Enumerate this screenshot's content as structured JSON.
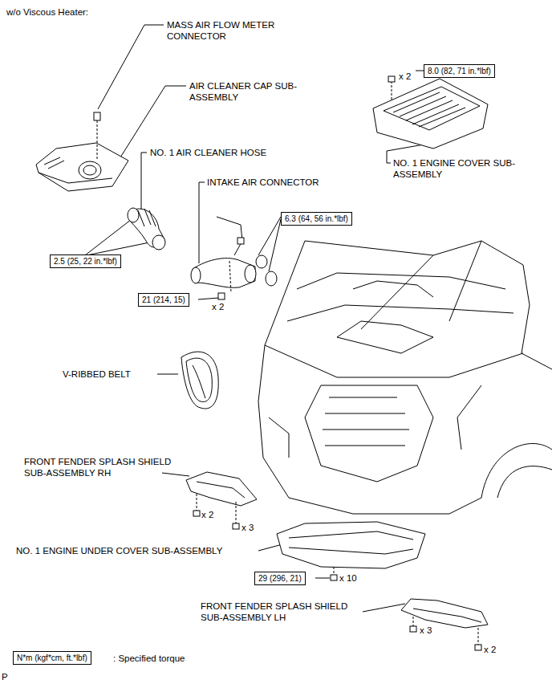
{
  "diagram": {
    "nodes": [
      {
        "text": [
          "8.0 (82, 71 in.*lbf)"
        ]
      },
      {
        "text": [
          "2.5 (25, 22 in.*lbf)"
        ]
      },
      {
        "text": [
          "6.3 (64, 56 in.*lbf)"
        ]
      },
      {
        "text": [
          "21 (214, 15)"
        ]
      },
      {
        "text": [
          "29 (296, 21)"
        ]
      },
      {
        "text": [
          "N*m (kgf*cm, ft.*lbf)"
        ]
      }
    ],
    "labels": [
      "w/o Viscous Heater:",
      "MASS AIR FLOW METER CONNECTOR",
      "AIR CLEANER CAP SUB-ASSEMBLY",
      "NO. 1 AIR CLEANER HOSE",
      "INTAKE AIR CONNECTOR",
      "x 2",
      "x 2",
      "NO. 1 ENGINE COVER SUB-ASSEMBLY",
      "V-RIBBED BELT",
      "FRONT FENDER SPLASH SHIELD SUB-ASSEMBLY RH",
      "x 2",
      "x 3",
      "NO. 1 ENGINE UNDER COVER SUB-ASSEMBLY",
      "x 10",
      "FRONT FENDER SPLASH SHIELD SUB-ASSEMBLY LH",
      "x 3",
      "x 2",
      ": Specified torque",
      "P"
    ]
  }
}
